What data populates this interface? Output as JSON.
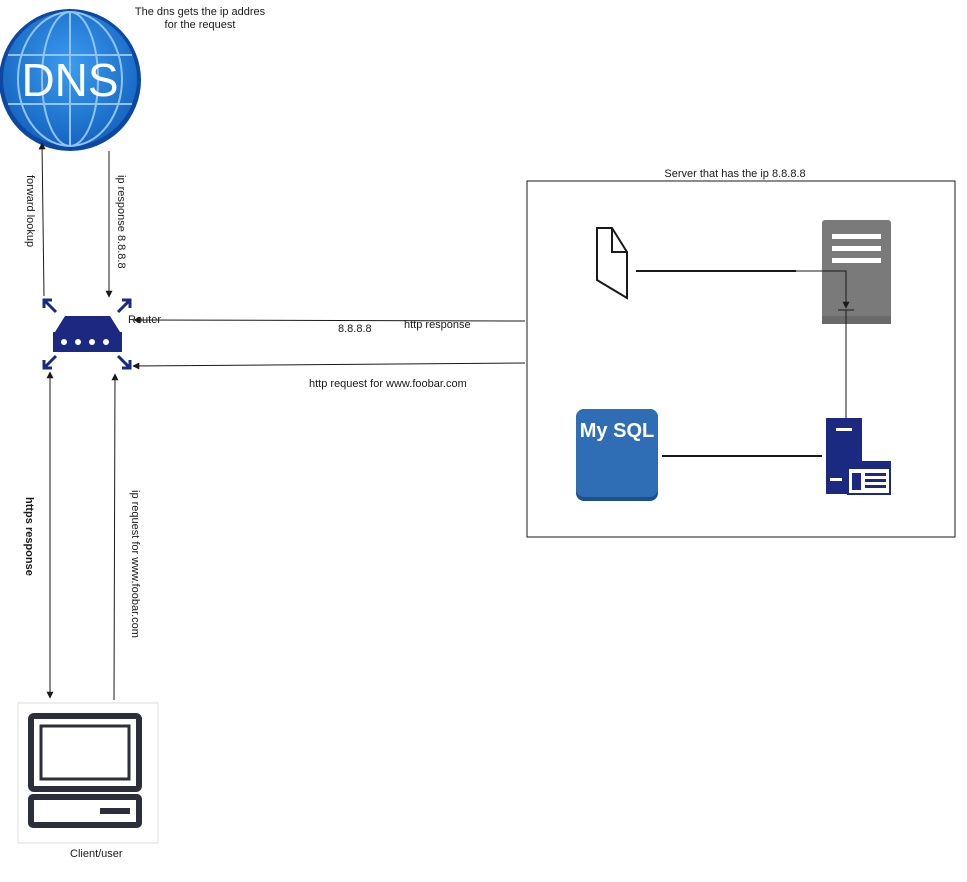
{
  "dns": {
    "logo_text": "DNS",
    "note_line1": "The dns gets the ip addres",
    "note_line2": "for the request"
  },
  "edges": {
    "forward_lookup": "forward lookup",
    "ip_response_line1": "ip response",
    "ip_response_line2": "8.8.8.8",
    "router_ip": "8.8.8.8",
    "http_response": "http response",
    "http_request": "http request  for www.foobar.com",
    "https_response": "https response",
    "ip_request": "ip request   for www.foobar.com"
  },
  "router": {
    "label": "Router"
  },
  "server": {
    "title": "Server that has the ip 8.8.8.8",
    "db_label": "My SQL"
  },
  "client": {
    "label": "Client/user"
  },
  "colors": {
    "dns_blue": "#1976d2",
    "router_navy": "#1b2a80",
    "server_gray": "#7a7a7a",
    "mysql_blue": "#2f6db5",
    "app_navy": "#1b2a80"
  }
}
